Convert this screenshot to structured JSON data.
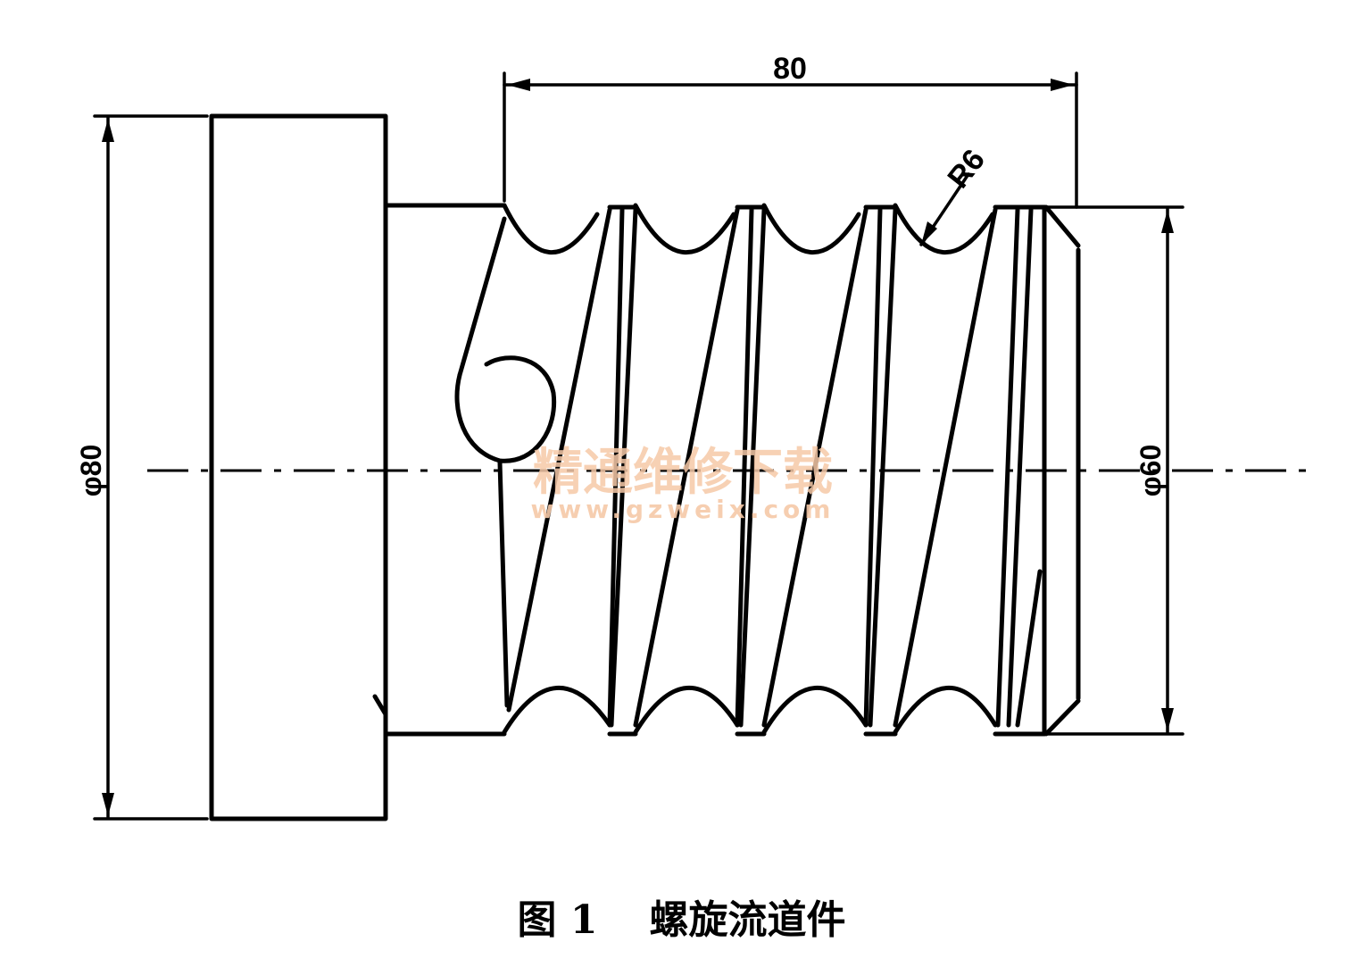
{
  "figure": {
    "caption_number": "图 1",
    "caption_title": "螺旋流道件"
  },
  "dimensions": {
    "length": "80",
    "radius": "R6",
    "large_diameter": "φ80",
    "small_diameter": "φ60"
  },
  "watermark": {
    "text": "精通维修下载",
    "url": "www.gzweix.com"
  }
}
